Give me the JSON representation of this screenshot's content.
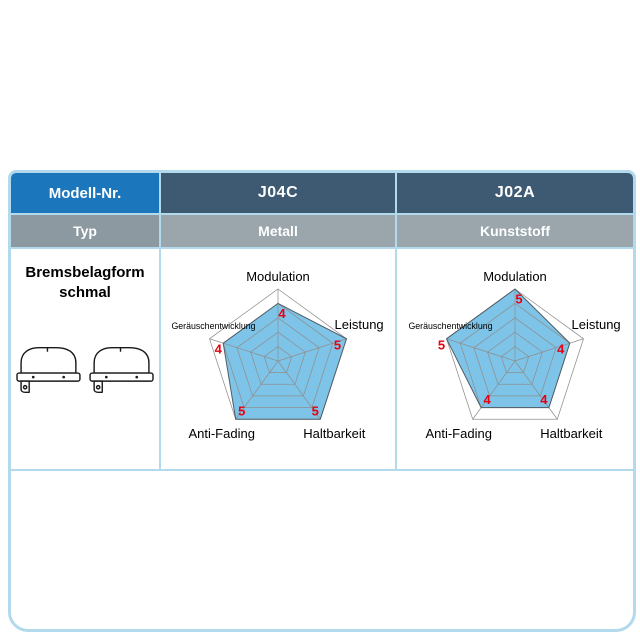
{
  "table": {
    "model_header": "Modell-Nr.",
    "models": [
      "J04C",
      "J02A"
    ],
    "type_header": "Typ",
    "types": [
      "Metall",
      "Kunststoff"
    ],
    "shape_title": {
      "line1": "Bremsbelagform",
      "line2": "schmal"
    }
  },
  "colors": {
    "header_label_bg": "#1b76bc",
    "header_value_bg": "#3d5a72",
    "type_label_bg": "#8d99a1",
    "type_value_bg": "#9ba6ac",
    "grid_line": "#b2d9ec",
    "radar_fill": "#7ec4e9",
    "radar_outline": "#4f5d66",
    "radar_grid": "#8f8f8f",
    "value_red": "#e60012"
  },
  "chart_data": [
    {
      "type": "radar",
      "model": "J04C",
      "material": "Metall",
      "max": 5,
      "levels": 5,
      "axes": [
        "Modulation",
        "Leistung",
        "Haltbarkeit",
        "Anti-Fading",
        "Geräuschentwicklung"
      ],
      "values": [
        4,
        5,
        5,
        5,
        4
      ]
    },
    {
      "type": "radar",
      "model": "J02A",
      "material": "Kunststoff",
      "max": 5,
      "levels": 5,
      "axes": [
        "Modulation",
        "Leistung",
        "Haltbarkeit",
        "Anti-Fading",
        "Geräuschentwicklung"
      ],
      "values": [
        5,
        4,
        4,
        4,
        5
      ]
    }
  ]
}
